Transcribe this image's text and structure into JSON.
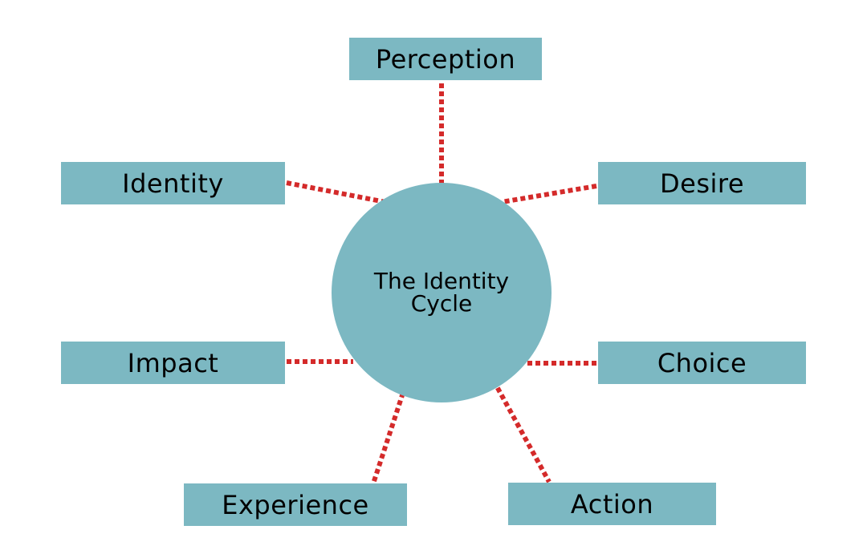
{
  "diagram": {
    "title": "The Identity Cycle",
    "center": {
      "line1": "The Identity",
      "line2": "Cycle"
    },
    "nodes": [
      {
        "id": "perception",
        "label": "Perception"
      },
      {
        "id": "identity",
        "label": "Identity"
      },
      {
        "id": "desire",
        "label": "Desire"
      },
      {
        "id": "impact",
        "label": "Impact"
      },
      {
        "id": "choice",
        "label": "Choice"
      },
      {
        "id": "experience",
        "label": "Experience"
      },
      {
        "id": "action",
        "label": "Action"
      }
    ],
    "edges": [
      {
        "from": "center",
        "to": "perception",
        "style": "dotted"
      },
      {
        "from": "center",
        "to": "identity",
        "style": "dotted"
      },
      {
        "from": "center",
        "to": "desire",
        "style": "dotted"
      },
      {
        "from": "center",
        "to": "impact",
        "style": "dotted"
      },
      {
        "from": "center",
        "to": "choice",
        "style": "dotted"
      },
      {
        "from": "center",
        "to": "experience",
        "style": "dotted"
      },
      {
        "from": "center",
        "to": "action",
        "style": "dotted"
      }
    ],
    "colors": {
      "node_fill": "#7cb8c2",
      "connector": "#d42a2a",
      "text": "#000000",
      "background": "#ffffff"
    }
  }
}
